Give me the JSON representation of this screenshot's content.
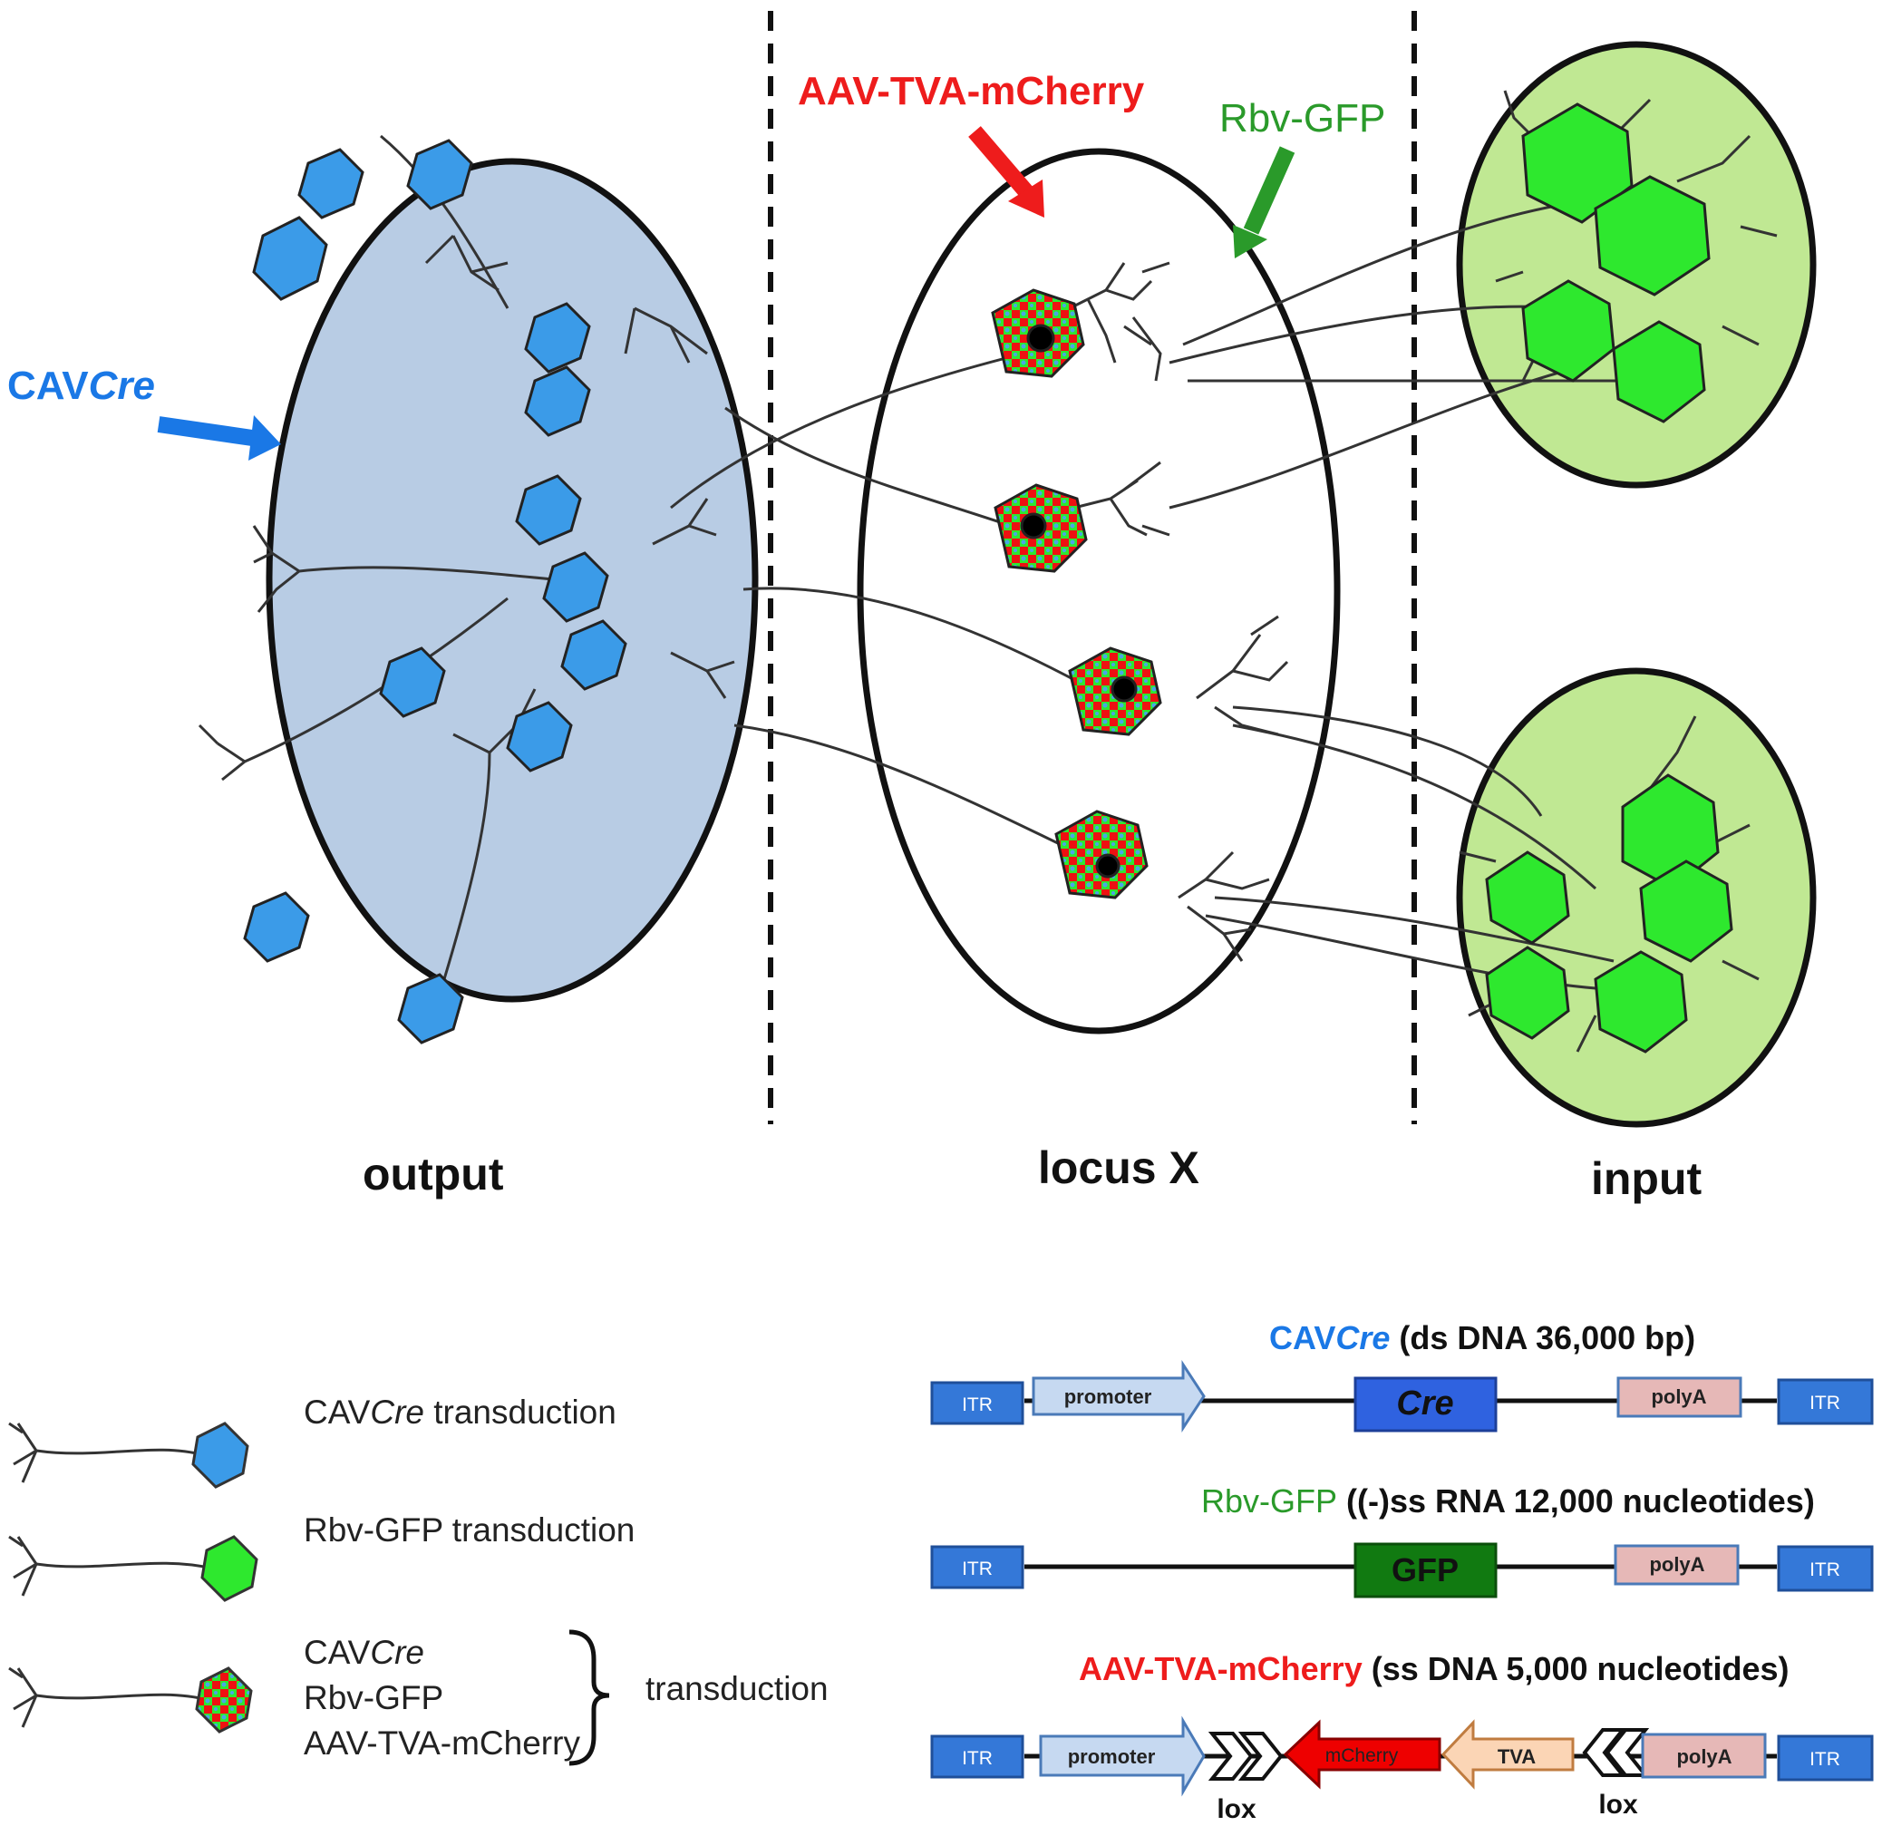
{
  "viruses": {
    "cav": {
      "prefix": "CAV",
      "italic": "Cre",
      "color": "#1a78e6"
    },
    "aav": {
      "label": "AAV-TVA-mCherry",
      "color": "#ee1c1c"
    },
    "rbv": {
      "label": "Rbv-GFP",
      "color": "#2a9a2a"
    }
  },
  "regions": {
    "output": "output",
    "locus": "locus X",
    "input": "input"
  },
  "legend": {
    "row1": {
      "prefix": "CAV",
      "italic": "Cre",
      "suffix": " transduction"
    },
    "row2": "Rbv-GFP transduction",
    "row3": {
      "line1_prefix": "CAV",
      "line1_italic": "Cre",
      "line2": "Rbv-GFP",
      "line3": "AAV-TVA-mCherry",
      "bracket_label": "transduction"
    }
  },
  "constructs": {
    "cav": {
      "name_prefix": "CAV",
      "name_italic": "Cre",
      "desc": " (ds DNA 36,000 bp)",
      "itr": "ITR",
      "promoter": "promoter",
      "gene": "Cre",
      "polya": "polyA"
    },
    "rbv": {
      "name": "Rbv-GFP",
      "desc": " ((-)ss RNA 12,000 nucleotides)",
      "itr": "ITR",
      "gene": "GFP",
      "polya": "polyA"
    },
    "aav": {
      "name": "AAV-TVA-mCherry",
      "desc": " (ss DNA 5,000 nucleotides)",
      "itr": "ITR",
      "promoter": "promoter",
      "mcherry": "mCherry",
      "tva": "TVA",
      "polya": "polyA",
      "lox_left": "lox",
      "lox_right": "lox"
    }
  },
  "colors": {
    "output_fill": "#b8cce4",
    "input_fill": "#c0e893",
    "neuron_blue": "#3b9be8",
    "neuron_green": "#2ee82e",
    "itr_blue": "#3478d8",
    "promoter_fill": "#c6d9f1",
    "cre_blue": "#2f62e0",
    "gfp_green": "#117a11",
    "polya_pink": "#e6b8b7",
    "tva_peach": "#fbd5b5",
    "mcherry_red": "#ee0000"
  }
}
